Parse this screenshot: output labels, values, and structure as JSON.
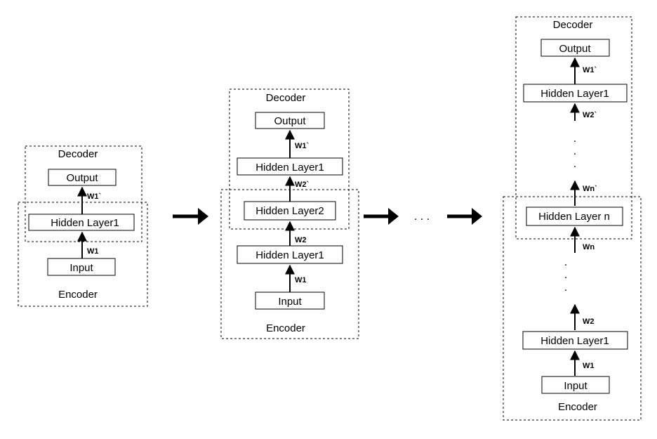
{
  "panel1": {
    "decoder": "Decoder",
    "encoder": "Encoder",
    "output": "Output",
    "hidden1": "Hidden Layer1",
    "input": "Input",
    "w1p": "W1`",
    "w1": "W1"
  },
  "panel2": {
    "decoder": "Decoder",
    "encoder": "Encoder",
    "output": "Output",
    "hidden1_top": "Hidden Layer1",
    "hidden2": "Hidden Layer2",
    "hidden1_bottom": "Hidden Layer1",
    "input": "Input",
    "w1p": "W1`",
    "w2p": "W2`",
    "w2": "W2",
    "w1": "W1"
  },
  "between": {
    "ellipsis": ". . ."
  },
  "panel3": {
    "decoder": "Decoder",
    "encoder": "Encoder",
    "output": "Output",
    "hidden1_top": "Hidden Layer1",
    "hiddenn": "Hidden Layer n",
    "hidden1_bottom": "Hidden Layer1",
    "input": "Input",
    "w1p": "W1`",
    "w2p": "W2`",
    "wnp": "Wn`",
    "wn": "Wn",
    "w2": "W2",
    "w1": "W1",
    "vdots": "."
  }
}
